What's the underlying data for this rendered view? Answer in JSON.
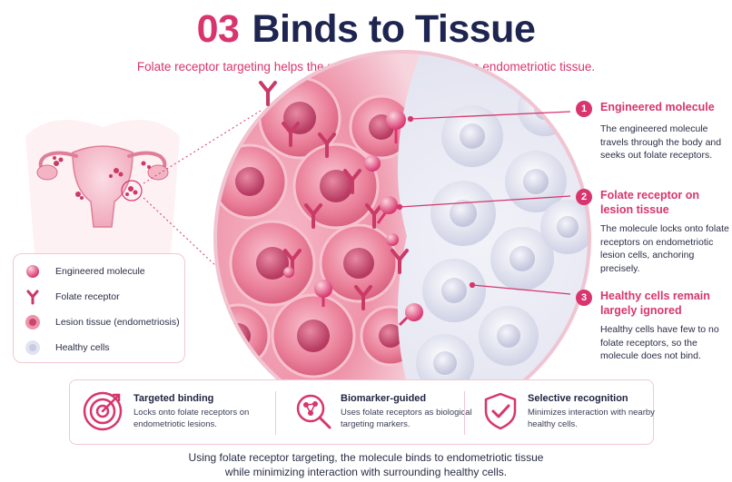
{
  "header": {
    "number": "03",
    "title": "Binds to Tissue",
    "subtitle": "Folate receptor targeting helps the molecule bind specifically to endometriotic tissue."
  },
  "colors": {
    "accent": "#d8356e",
    "navy": "#1d2550",
    "lesion": "#e87a95",
    "healthy": "#d6d9ea"
  },
  "legend": {
    "items": [
      {
        "icon": "engineered-molecule-icon",
        "label": "Engineered molecule"
      },
      {
        "icon": "folate-receptor-icon",
        "label": "Folate receptor"
      },
      {
        "icon": "lesion-tissue-icon",
        "label": "Lesion tissue (endometriosis)"
      },
      {
        "icon": "healthy-cell-icon",
        "label": "Healthy cells"
      }
    ]
  },
  "callouts": [
    {
      "num": "1",
      "heading": "Engineered molecule",
      "body": "The engineered molecule travels through the body and seeks out folate receptors."
    },
    {
      "num": "2",
      "heading": "Folate receptor on lesion tissue",
      "body": "The molecule locks onto folate receptors on endometriotic lesion cells, anchoring precisely."
    },
    {
      "num": "3",
      "heading": "Healthy cells remain largely ignored",
      "body": "Healthy cells have few to no folate receptors, so the molecule does not bind."
    }
  ],
  "features": [
    {
      "icon": "target-icon",
      "heading": "Targeted binding",
      "body": "Locks onto folate receptors on endometriotic lesions."
    },
    {
      "icon": "molecule-search-icon",
      "heading": "Biomarker-guided",
      "body": "Uses folate receptors as biological targeting markers."
    },
    {
      "icon": "shield-check-icon",
      "heading": "Selective recognition",
      "body": "Minimizes interaction with nearby healthy cells."
    }
  ],
  "footer": {
    "line1": "Using folate receptor targeting, the molecule binds to endometriotic tissue",
    "line2": "while minimizing interaction with surrounding healthy cells."
  }
}
